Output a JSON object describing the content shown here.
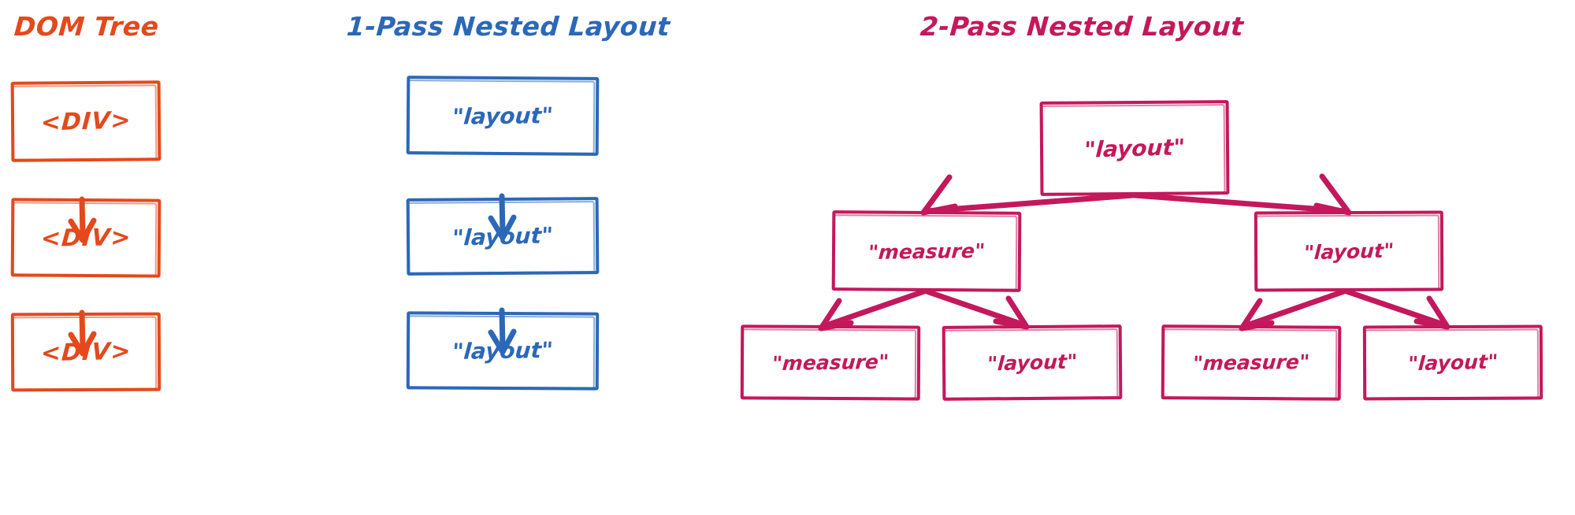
{
  "panels": [
    {
      "id": "dom-tree",
      "title": "DOM Tree",
      "color": "#E4491C"
    },
    {
      "id": "one-pass-layout",
      "title": "1-Pass Nested Layout",
      "color": "#2C68B8"
    },
    {
      "id": "two-pass-layout",
      "title": "2-Pass Nested Layout",
      "color": "#C4185C"
    }
  ],
  "dom_tree": {
    "nodes": [
      {
        "label": "<DIV>"
      },
      {
        "label": "<DIV>"
      },
      {
        "label": "<DIV>"
      }
    ]
  },
  "one_pass": {
    "nodes": [
      {
        "label": "\"layout\""
      },
      {
        "label": "\"layout\""
      },
      {
        "label": "\"layout\""
      }
    ]
  },
  "two_pass": {
    "root": {
      "label": "\"layout\""
    },
    "level2": [
      {
        "label": "\"measure\""
      },
      {
        "label": "\"layout\""
      }
    ],
    "level3": [
      {
        "label": "\"measure\""
      },
      {
        "label": "\"layout\""
      },
      {
        "label": "\"measure\""
      },
      {
        "label": "\"layout\""
      }
    ]
  }
}
